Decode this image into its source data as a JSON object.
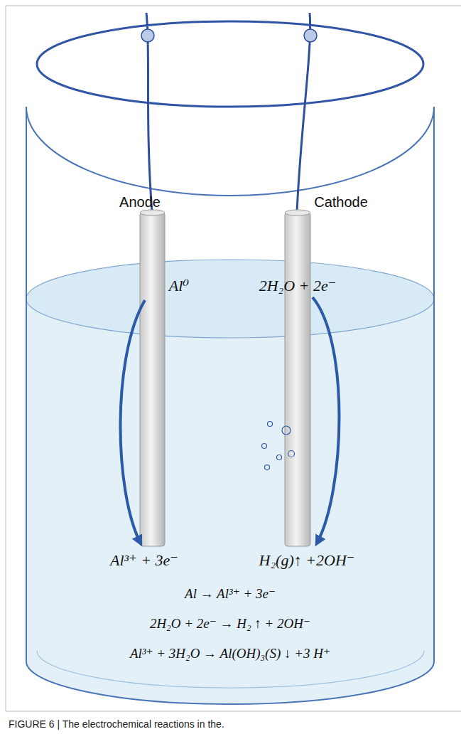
{
  "diagram": {
    "caption": "FIGURE 6 | The electrochemical reactions in the.",
    "labels": [
      "Anode",
      "Cathode",
      "Al⁰",
      "2H₂O + 2e⁻",
      "Al³⁺ + 3e⁻",
      "H₂(g)↑ +2OH⁻",
      "Al → Al³⁺ + 3e⁻",
      "2H₂O + 2e⁻ → H₂ ↑ + 2OH⁻",
      "Al³⁺ + 3H₂O → Al(OH)₃(S) ↓ +3 H⁺"
    ]
  }
}
